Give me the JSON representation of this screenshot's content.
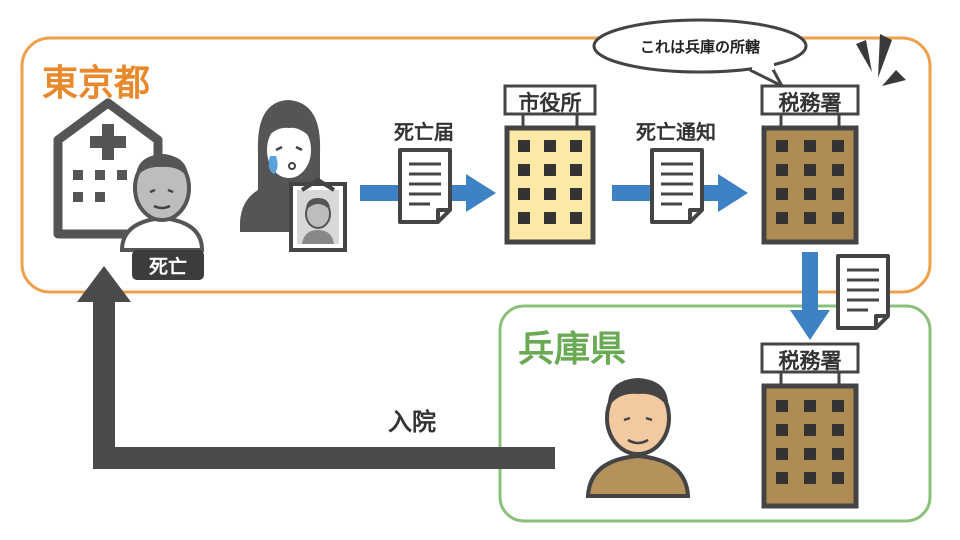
{
  "regions": {
    "tokyo": {
      "label": "東京都",
      "color": "#f0a04b",
      "label_color": "#e8892b"
    },
    "hyogo": {
      "label": "兵庫県",
      "color": "#8ac07a",
      "label_color": "#6aaa55"
    }
  },
  "labels": {
    "death_badge": "死亡",
    "death_report": "死亡届",
    "city_office": "市役所",
    "death_notice": "死亡通知",
    "tax_office_tokyo": "税務署",
    "tax_office_hyogo": "税務署",
    "admission": "入院",
    "speech_bubble": "これは兵庫の所轄"
  },
  "colors": {
    "arrow_blue": "#3d82c4",
    "arrow_dark": "#4a4a4a",
    "icon_gray": "#555555",
    "city_building": "#fde9a6",
    "tax_building": "#b08c55",
    "skin_gray": "#bdbdbd",
    "skin_tan": "#f2c9a0",
    "shirt_brown": "#b5925c"
  },
  "icons": [
    "hospital-icon",
    "deceased-person-icon",
    "grieving-woman-icon",
    "memorial-portrait-icon",
    "document-icon",
    "city-hall-building-icon",
    "tax-office-building-icon",
    "living-man-icon"
  ]
}
